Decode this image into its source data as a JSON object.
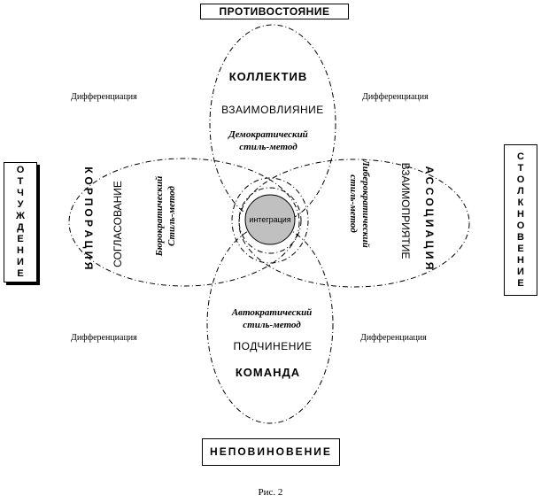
{
  "boxes": {
    "top": "ПРОТИВОСТОЯНИЕ",
    "bottom": "НЕПОВИНОВЕНИЕ",
    "left_letters": [
      "О",
      "Т",
      "Ч",
      "У",
      "Ж",
      "Д",
      "Е",
      "Н",
      "И",
      "Е"
    ],
    "right_letters": [
      "С",
      "Т",
      "О",
      "Л",
      "К",
      "Н",
      "О",
      "В",
      "Е",
      "Н",
      "И",
      "Е"
    ]
  },
  "differentiation": {
    "top_left": "Дифференциация",
    "top_right": "Дифференциация",
    "bottom_left": "Дифференциация",
    "bottom_right": "Дифференциация"
  },
  "top_ellipse": {
    "title": "КОЛЛЕКТИВ",
    "relation": "ВЗАИМОВЛИЯНИЕ",
    "style_line1": "Демократический",
    "style_line2": "стиль-метод"
  },
  "bottom_ellipse": {
    "style_line1": "Автократический",
    "style_line2": "стиль-метод",
    "relation": "ПОДЧИНЕНИЕ",
    "title": "КОМАНДА"
  },
  "left_ellipse": {
    "title_letters": [
      "К",
      "О",
      "Р",
      "П",
      "О",
      "Р",
      "А",
      "Ц",
      "И",
      "Я"
    ],
    "relation": "СОГЛАСОВАНИЕ",
    "style_line1": "Бюрократический",
    "style_line2": "Стиль-метод"
  },
  "right_ellipse": {
    "style_line1": "Либерократический",
    "style_line2": "стиль-метод",
    "relation": "ВЗАИМОПРИЯТИЕ",
    "title_letters": [
      "А",
      "С",
      "С",
      "О",
      "Ц",
      "И",
      "А",
      "Ц",
      "И",
      "Я"
    ]
  },
  "center": {
    "label": "интеграция",
    "fill": "#c0c0c0"
  },
  "caption": "Рис. 2"
}
